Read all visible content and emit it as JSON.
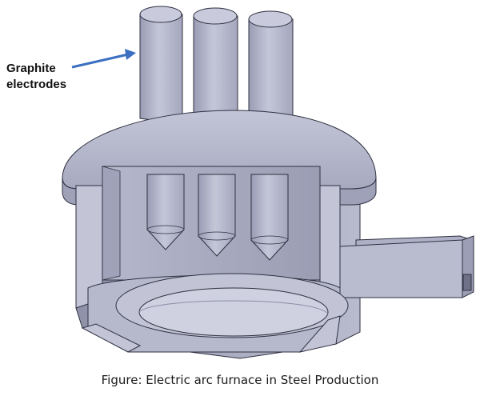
{
  "figure": {
    "caption": "Figure: Electric arc furnace in Steel Production",
    "callout": {
      "label_line1": "Graphite",
      "label_line2": "electrodes"
    }
  },
  "colors": {
    "steel_light": "#c9cbdc",
    "steel_mid": "#a9abc1",
    "steel_dark": "#7e8099",
    "edge": "#2f3040",
    "arrow": "#3b6fc0"
  }
}
